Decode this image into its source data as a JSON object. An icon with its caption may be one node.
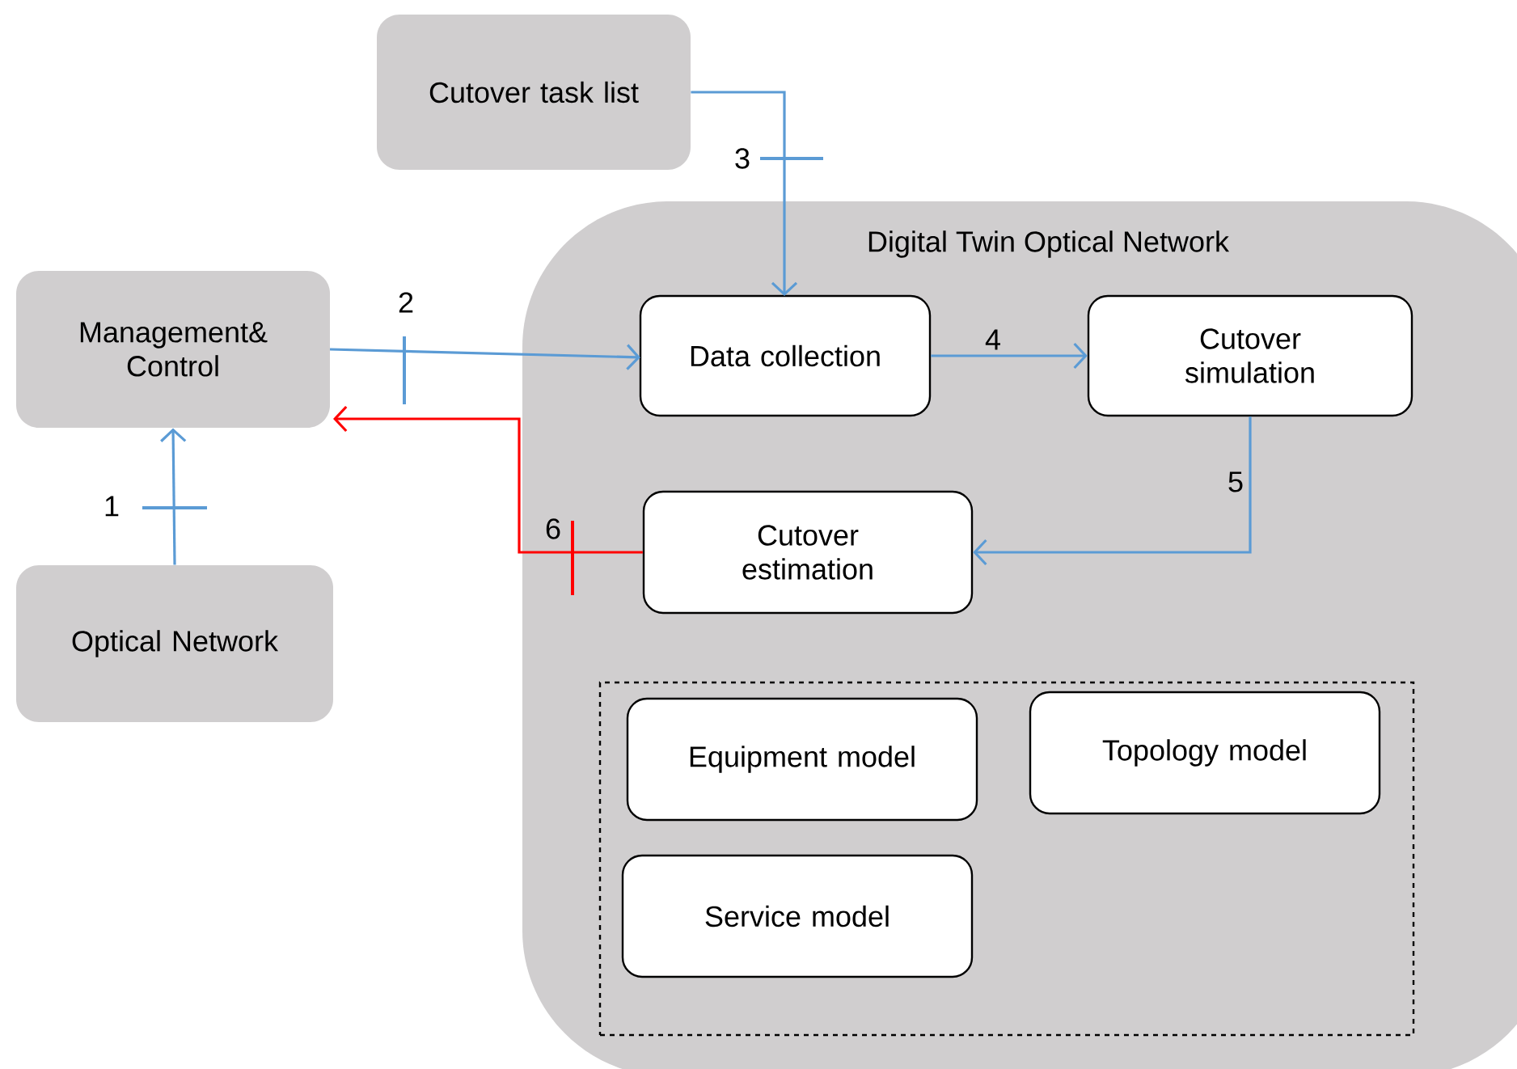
{
  "diagram": {
    "nodes": [
      {
        "text": [
          "Cutover task list"
        ]
      },
      {
        "text": [
          "Management& Control"
        ]
      },
      {
        "text": [
          "Optical Network"
        ]
      },
      {
        "text": [
          "Digital Twin Optical Network"
        ]
      },
      {
        "text": [
          "Data collection"
        ],
        "in": 3
      },
      {
        "text": [
          "Cutover simulation"
        ],
        "in": 3
      },
      {
        "text": [
          "Cutover estimation"
        ],
        "in": 3
      },
      {
        "text": [],
        "shape": "box",
        "in": 3
      },
      {
        "text": [
          "Equipment  model"
        ],
        "in": 7
      },
      {
        "text": [
          "Topology  model"
        ],
        "in": 7
      },
      {
        "text": [
          "Service model"
        ],
        "in": 7
      }
    ],
    "edges": [
      {
        "from": 2,
        "to": 1,
        "arrow": "to",
        "label": "1"
      },
      {
        "from": 1,
        "to": 4,
        "arrow": "to",
        "label": "2"
      },
      {
        "from": 0,
        "to": 4,
        "arrow": "to",
        "label": "3"
      },
      {
        "from": 4,
        "to": 5,
        "arrow": "to",
        "label": "4"
      },
      {
        "from": 5,
        "to": 6,
        "arrow": "to",
        "label": "5"
      },
      {
        "from": 6,
        "to": 1,
        "arrow": "to",
        "label": "6",
        "color": "#ff0000"
      }
    ]
  }
}
